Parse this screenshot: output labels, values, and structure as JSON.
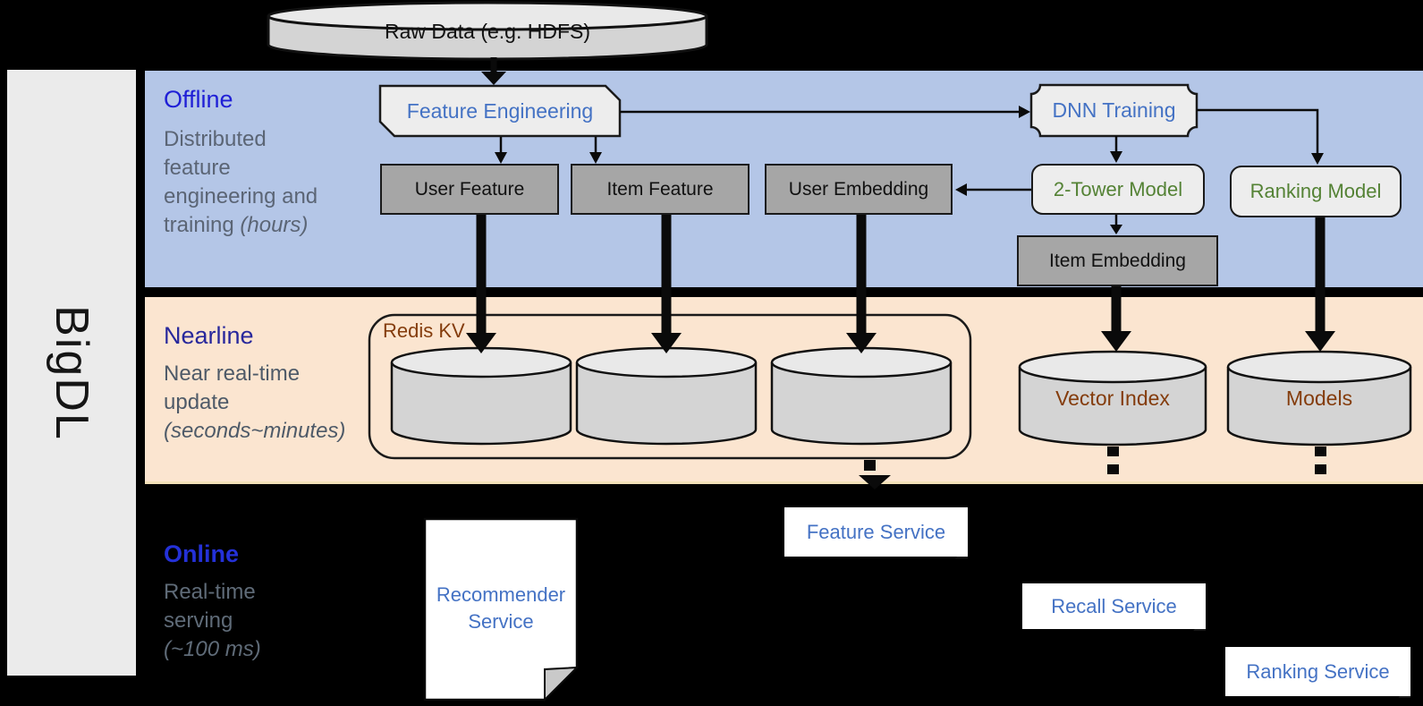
{
  "brand": "BigDL",
  "raw_data": "Raw Data (e.g. HDFS)",
  "colors": {
    "canvas": "#000000",
    "band_offline": "#b4c6e7",
    "band_nearline": "#fbe5d0",
    "sidebar": "#ebebeb",
    "node_gray": "#a6a6a6",
    "node_light": "#ededed",
    "accent_blue": "#4472c4",
    "accent_green": "#548235",
    "accent_brown": "#843c0c",
    "offline_title_blue": "#1f1fd6",
    "nearline_title_blue": "#28289c",
    "online_title_blue": "#2431d8"
  },
  "offline": {
    "title": "Offline",
    "line1": "Distributed",
    "line2": "feature",
    "line3": "engineering and",
    "line4": "training",
    "line4_italic": "(hours)"
  },
  "nearline": {
    "title": "Nearline",
    "line1": "Near real-time",
    "line2": "update",
    "line3_italic": "(seconds~minutes)"
  },
  "online": {
    "title": "Online",
    "line1": "Real-time",
    "line2": "serving",
    "line3_italic": "(~100 ms)"
  },
  "nodes": {
    "feature_engineering": "Feature Engineering",
    "dnn_training": "DNN Training",
    "user_feature": "User Feature",
    "item_feature": "Item Feature",
    "user_embedding": "User Embedding",
    "two_tower_model": "2-Tower Model",
    "ranking_model": "Ranking Model",
    "item_embedding": "Item Embedding"
  },
  "stores": {
    "redis_kv": "Redis KV",
    "vector_index": "Vector Index",
    "models": "Models"
  },
  "services": {
    "recommender": "Recommender Service",
    "feature": "Feature Service",
    "recall": "Recall Service",
    "ranking": "Ranking Service"
  }
}
